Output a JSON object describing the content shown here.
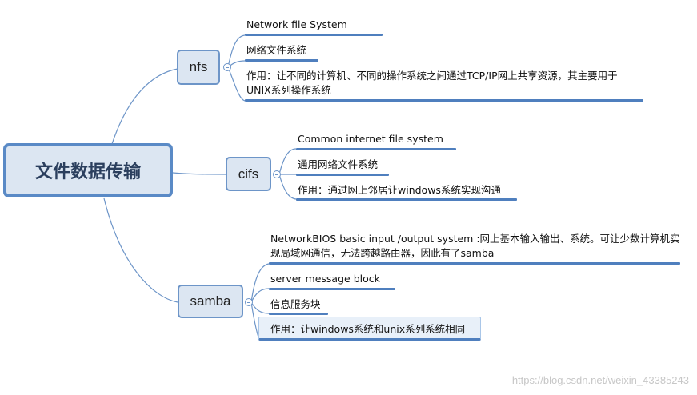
{
  "root": {
    "title": "文件数据传输"
  },
  "branches": {
    "nfs": {
      "label": "nfs",
      "items": [
        "Network      file    System",
        "网络文件系统",
        "作用：让不同的计算机、不同的操作系统之间通过TCP/IP网上共享资源，其主要用于UNIX系列操作系统"
      ]
    },
    "cifs": {
      "label": "cifs",
      "items": [
        "Common    internet file system",
        "通用网络文件系统",
        "作用：通过网上邻居让windows系统实现沟通"
      ]
    },
    "samba": {
      "label": "samba",
      "items": [
        "NetworkBIOS basic input /output  system :网上基本输入输出、系统。可让少数计算机实现局域网通信，无法跨越路由器，因此有了samba",
        "server    message    block",
        "信息服务块",
        "作用：让windows系统和unix系列系统相同"
      ]
    }
  },
  "watermark": "https://blog.csdn.net/weixin_43385243"
}
